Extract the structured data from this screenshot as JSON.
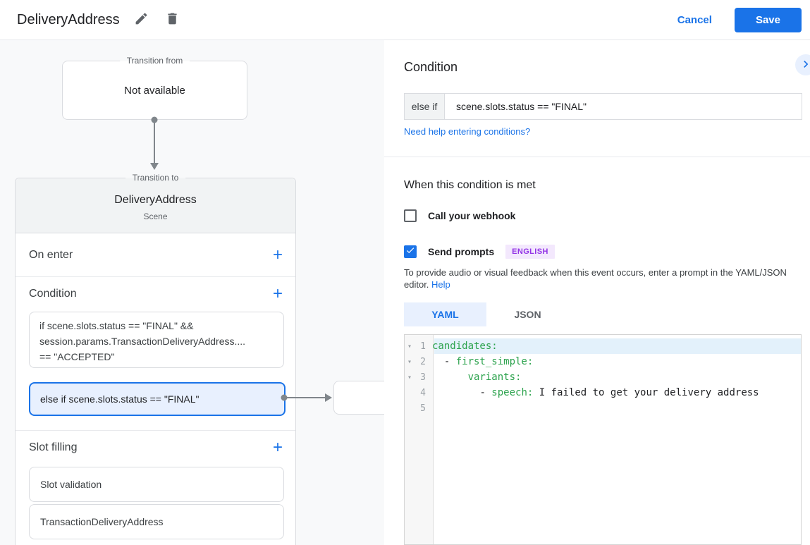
{
  "colors": {
    "accent_blue": "#1a73e8",
    "selected_condition_bg": "#e8f0fe",
    "selected_condition_border": "#1a73e8",
    "panel_bg": "#f8f9fa",
    "card_header_bg": "#f1f3f4",
    "badge_bg": "#f3e8fd",
    "badge_text": "#9334e6",
    "code_key_green": "#2ba24c",
    "active_line_bg": "#e3f1fb"
  },
  "topbar": {
    "title": "DeliveryAddress",
    "edit_icon": "pencil",
    "delete_icon": "trash",
    "cancel_label": "Cancel",
    "save_label": "Save"
  },
  "diagram": {
    "transition_from": {
      "legend": "Transition from",
      "value": "Not available"
    },
    "scene_card": {
      "legend": "Transition to",
      "title": "DeliveryAddress",
      "subtitle": "Scene",
      "add_label": "+",
      "on_enter_label": "On enter",
      "condition_label": "Condition",
      "condition1_lines": [
        "if scene.slots.status == \"FINAL\" &&",
        "session.params.TransactionDeliveryAddress....",
        "== \"ACCEPTED\""
      ],
      "condition2": "else if scene.slots.status == \"FINAL\"",
      "slot_filling_label": "Slot filling",
      "slots": [
        "Slot validation",
        "TransactionDeliveryAddress"
      ]
    }
  },
  "panel": {
    "heading": "Condition",
    "condition_prefix": "else if",
    "condition_value": "scene.slots.status == \"FINAL\"",
    "help_link": "Need help entering conditions?",
    "when_heading": "When this condition is met",
    "webhook_label": "Call your webhook",
    "prompts_label": "Send prompts",
    "language_badge": "ENGLISH",
    "hint_text": "To provide audio or visual feedback when this event occurs, enter a prompt in the YAML/JSON editor. ",
    "hint_link": "Help",
    "tabs": {
      "yaml": "YAML",
      "json": "JSON"
    }
  },
  "editor": {
    "fold_icon": "▾",
    "lines": [
      {
        "num": "1",
        "key": "candidates:"
      },
      {
        "num": "2",
        "indent": "  ",
        "dash": "- ",
        "key": "first_simple:"
      },
      {
        "num": "3",
        "indent": "      ",
        "key": "variants:"
      },
      {
        "num": "4",
        "indent": "        ",
        "dash": "- ",
        "key": "speech:",
        "value": " I failed to get your delivery address"
      },
      {
        "num": "5"
      }
    ]
  }
}
